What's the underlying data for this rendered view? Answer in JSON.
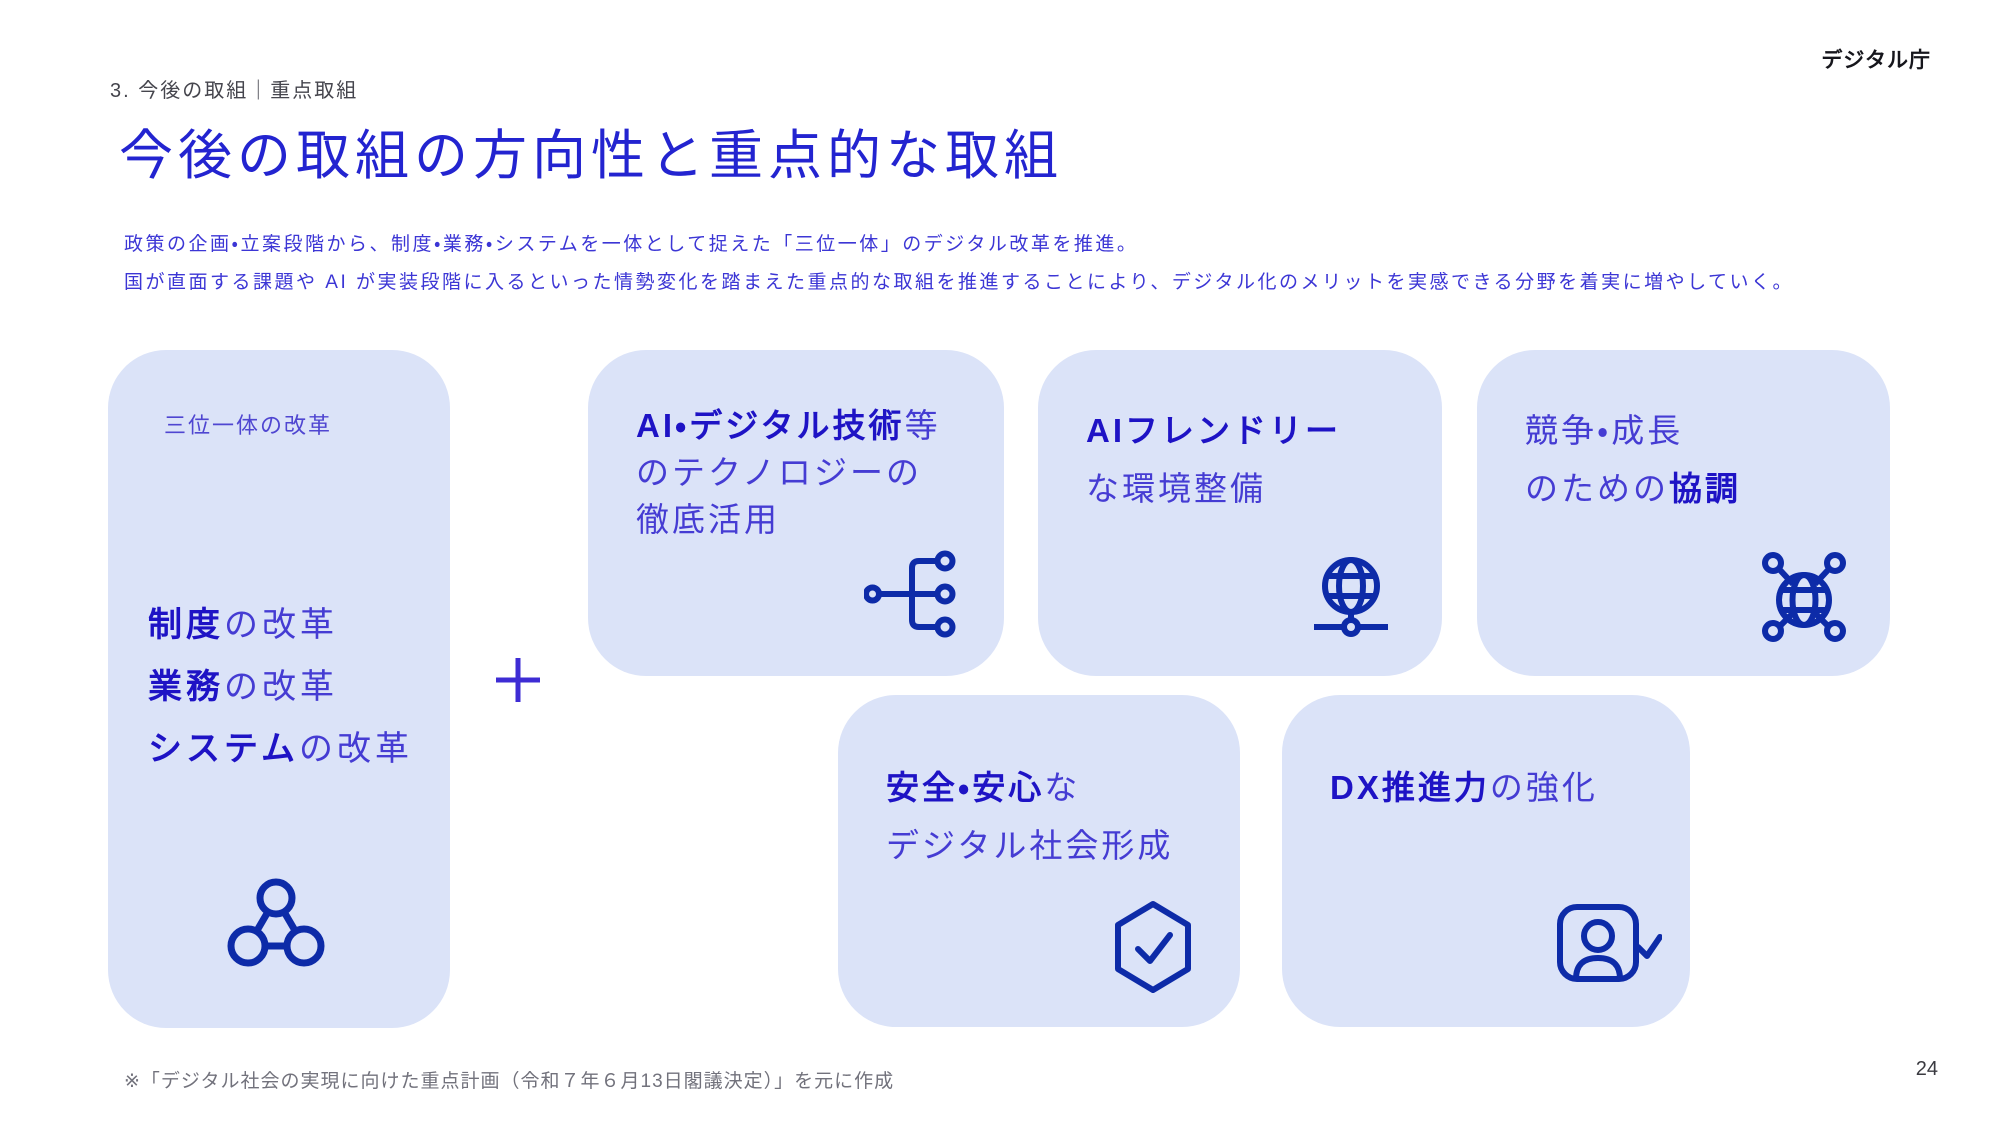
{
  "page": {
    "breadcrumb": "3. 今後の取組｜重点取組",
    "logo": "デジタル庁",
    "title": "今後の取組の方向性と重点的な取組",
    "lead_line1": "政策の企画・立案段階から、制度・業務・システムを一体として捉えた「三位一体」のデジタル改革を推進。",
    "lead_line2": "国が直面する課題や AI が実装段階に入るといった情勢変化を踏まえた重点的な取組を推進することにより、デジタル化のメリットを実感できる分野を着実に増やしていく。",
    "footnote": "※「デジタル社会の実現に向けた重点計画（令和７年６月13日閣議決定）」を元に作成",
    "page_number": "24"
  },
  "trinity_card": {
    "label": "三位一体の改革",
    "lines": [
      {
        "bold": "制度",
        "rest": "の改革"
      },
      {
        "bold": "業務",
        "rest": "の改革"
      },
      {
        "bold": "システム",
        "rest": "の改革"
      }
    ],
    "icon": "trinity-circles-icon"
  },
  "plus": {
    "symbol": "＋",
    "icon": "plus-icon"
  },
  "ai_tech_card": {
    "bold": "AI・デジタル技術",
    "rest": "等",
    "line2": "のテクノロジーの",
    "line3": "徹底活用",
    "icon": "branch-network-icon"
  },
  "ai_friendly_card": {
    "bold": "AIフレンドリー",
    "line2": "な環境整備",
    "icon": "globe-network-icon"
  },
  "competition_card": {
    "line1": "競争・成長",
    "pre": "のための",
    "bold": "協調",
    "icon": "globe-collab-icon"
  },
  "safety_card": {
    "bold": "安全・安心",
    "rest": "な",
    "line2": "デジタル社会形成",
    "icon": "hexagon-check-icon"
  },
  "dx_card": {
    "bold": "DX推進力",
    "rest": "の強化",
    "icon": "person-check-icon"
  },
  "colors": {
    "title_blue": "#2324d0",
    "text_blue": "#453cd3",
    "bold_blue": "#1e13c5",
    "icon_navy": "#0d2ba8",
    "card_bg": "#dbe3f8",
    "plus_purple": "#3e2cd4"
  }
}
